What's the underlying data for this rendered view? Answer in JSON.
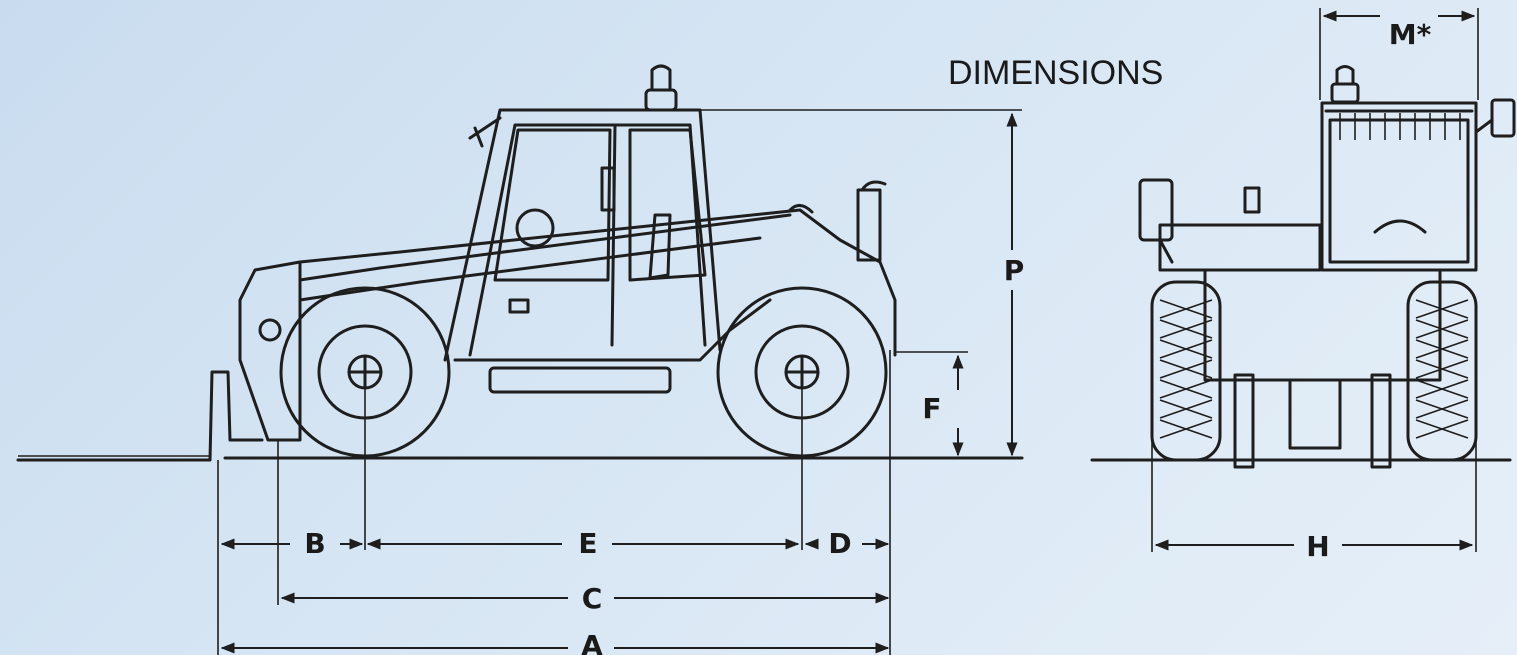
{
  "title": "DIMENSIONS",
  "labels": {
    "A": "A",
    "B": "B",
    "C": "C",
    "D": "D",
    "E": "E",
    "F": "F",
    "H": "H",
    "M": "M*",
    "P": "P"
  }
}
